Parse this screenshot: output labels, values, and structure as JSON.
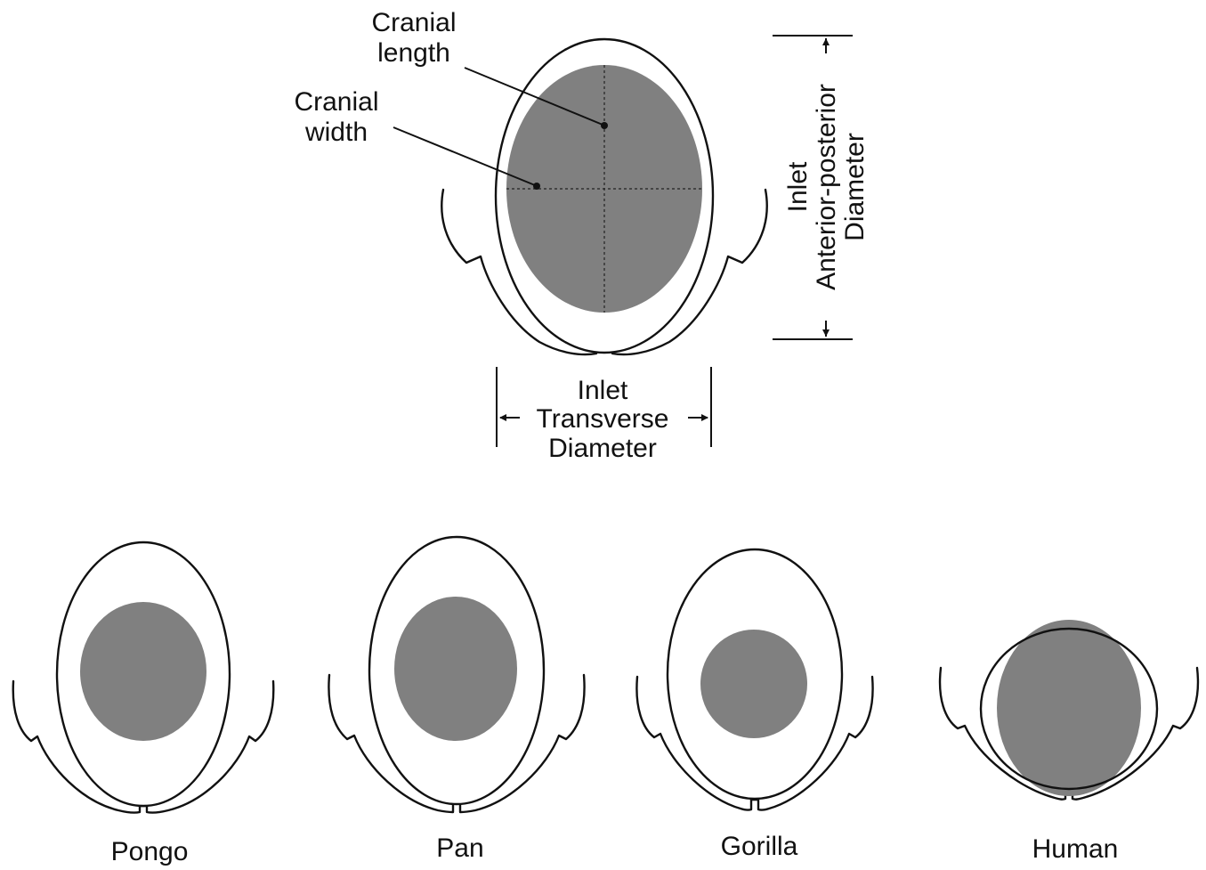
{
  "labels": {
    "cranial_length_1": "Cranial",
    "cranial_length_2": "length",
    "cranial_width_1": "Cranial",
    "cranial_width_2": "width",
    "transverse_1": "Inlet",
    "transverse_2": "Transverse",
    "transverse_3": "Diameter",
    "ap_1": "Inlet",
    "ap_2": "Anterior-posterior",
    "ap_3": "Diameter"
  },
  "species": [
    {
      "name": "Pongo"
    },
    {
      "name": "Pan"
    },
    {
      "name": "Gorilla"
    },
    {
      "name": "Human"
    }
  ],
  "colors": {
    "head_fill": "#808080",
    "outline": "#111111",
    "background": "#ffffff"
  }
}
